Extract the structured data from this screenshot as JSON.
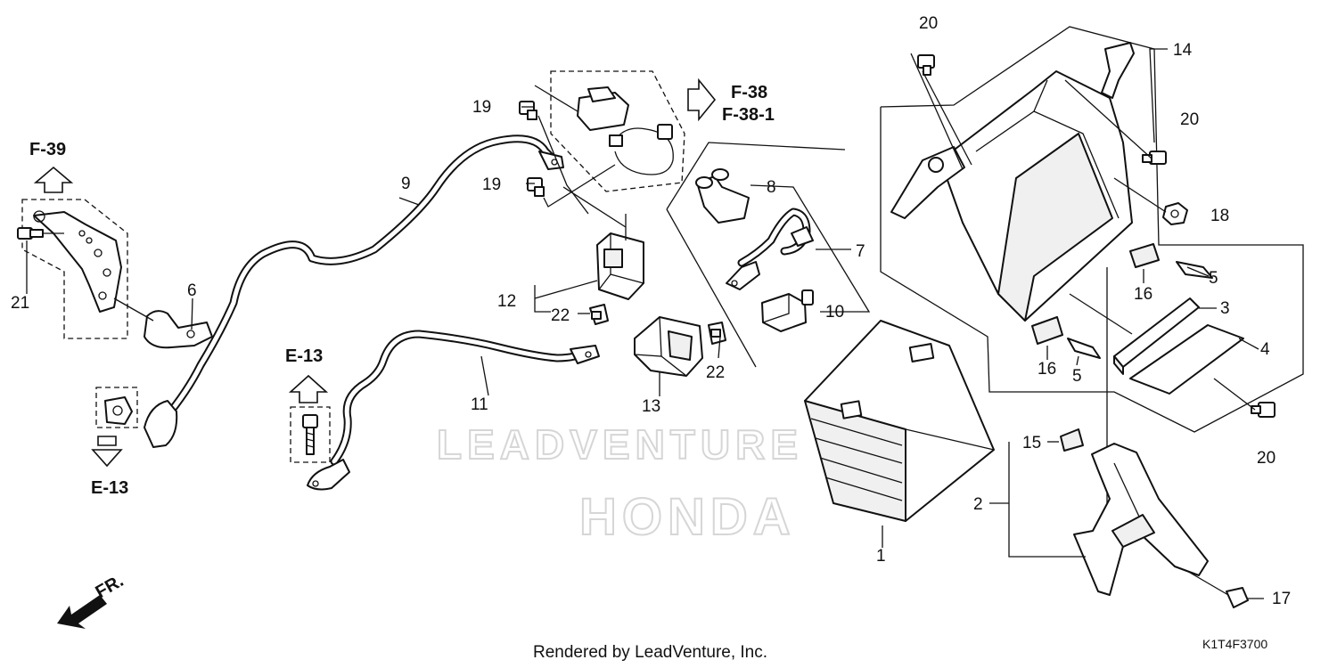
{
  "callouts": [
    {
      "id": "c1",
      "text": "1"
    },
    {
      "id": "c2",
      "text": "2"
    },
    {
      "id": "c3",
      "text": "3"
    },
    {
      "id": "c4",
      "text": "4"
    },
    {
      "id": "c5a",
      "text": "5"
    },
    {
      "id": "c5b",
      "text": "5"
    },
    {
      "id": "c6",
      "text": "6"
    },
    {
      "id": "c7",
      "text": "7"
    },
    {
      "id": "c8",
      "text": "8"
    },
    {
      "id": "c9",
      "text": "9"
    },
    {
      "id": "c10",
      "text": "10"
    },
    {
      "id": "c11",
      "text": "11"
    },
    {
      "id": "c12",
      "text": "12"
    },
    {
      "id": "c13",
      "text": "13"
    },
    {
      "id": "c14",
      "text": "14"
    },
    {
      "id": "c15",
      "text": "15"
    },
    {
      "id": "c16a",
      "text": "16"
    },
    {
      "id": "c16b",
      "text": "16"
    },
    {
      "id": "c17",
      "text": "17"
    },
    {
      "id": "c18",
      "text": "18"
    },
    {
      "id": "c19a",
      "text": "19"
    },
    {
      "id": "c19b",
      "text": "19"
    },
    {
      "id": "c20a",
      "text": "20"
    },
    {
      "id": "c20b",
      "text": "20"
    },
    {
      "id": "c20c",
      "text": "20"
    },
    {
      "id": "c21",
      "text": "21"
    },
    {
      "id": "c22a",
      "text": "22"
    },
    {
      "id": "c22b",
      "text": "22"
    }
  ],
  "references": {
    "f39": "F-39",
    "f38": "F-38",
    "f38_1": "F-38-1",
    "e13_top": "E-13",
    "e13_bottom": "E-13",
    "front": "FR."
  },
  "watermark": {
    "brand": "LEADVENTURE",
    "make": "HONDA"
  },
  "footer": {
    "rendered_by": "Rendered by LeadVenture, Inc.",
    "diagram_code": "K1T4F3700"
  }
}
